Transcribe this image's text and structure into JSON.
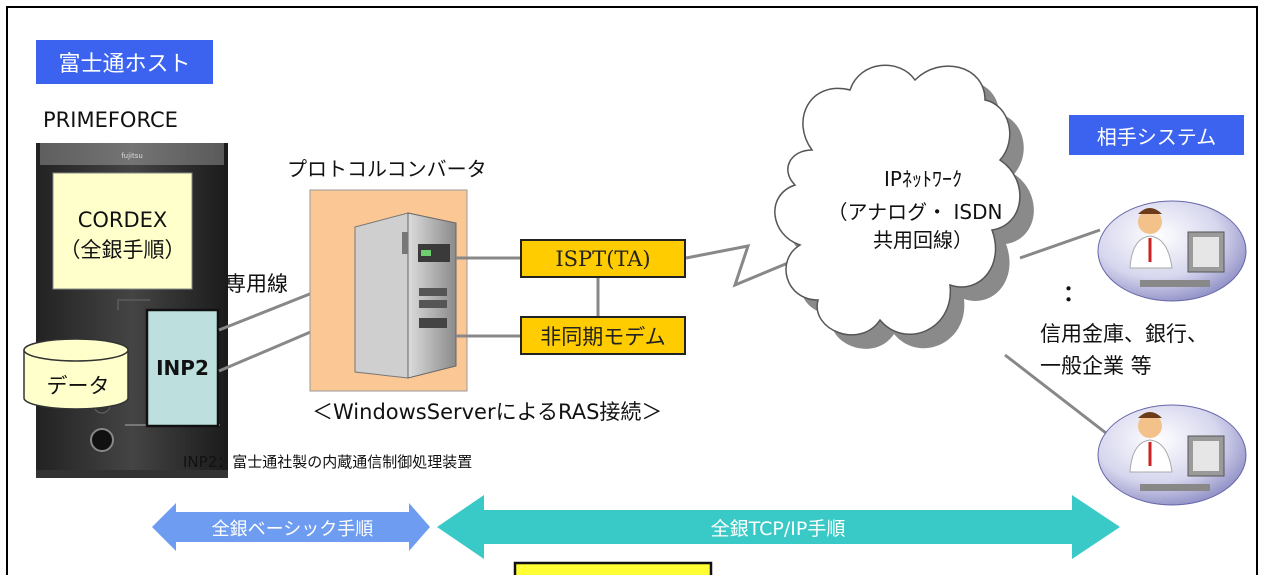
{
  "host": {
    "title": "富士通ホスト",
    "model": "PRIMEFORCE",
    "software": "CORDEX\n（全銀手順）",
    "data_label": "データ",
    "inp_label": "INP2",
    "inp_note": "INP2：富士通社製の内蔵通信制御処理装置"
  },
  "converter": {
    "title": "プロトコルコンバータ",
    "caption": "＜WindowsServerによるRAS接続＞"
  },
  "line": {
    "leased_line": "専用線"
  },
  "devices": {
    "ispt": "ISPT(TA)",
    "async_modem": "非同期モデム"
  },
  "network": {
    "line1": "IPﾈｯﾄﾜｰｸ",
    "line2": "（アナログ・ ISDN",
    "line3": "共用回線）"
  },
  "partner": {
    "title": "相手システム",
    "ellipsis": "：",
    "examples": "信用金庫、銀行、\n一般企業 等"
  },
  "protocols": {
    "basic": "全銀ベーシック手順",
    "tcpip": "全銀TCP/IP手順"
  },
  "colors": {
    "label_blue": "#3b63f0",
    "arrow_basic": "#6e9cf0",
    "arrow_tcpip": "#39c9c6",
    "device_yellow": "#ffcc00",
    "converter_bg": "#fbc794",
    "inp_bg": "#bde0df",
    "bottom_box": "#ffff33"
  }
}
